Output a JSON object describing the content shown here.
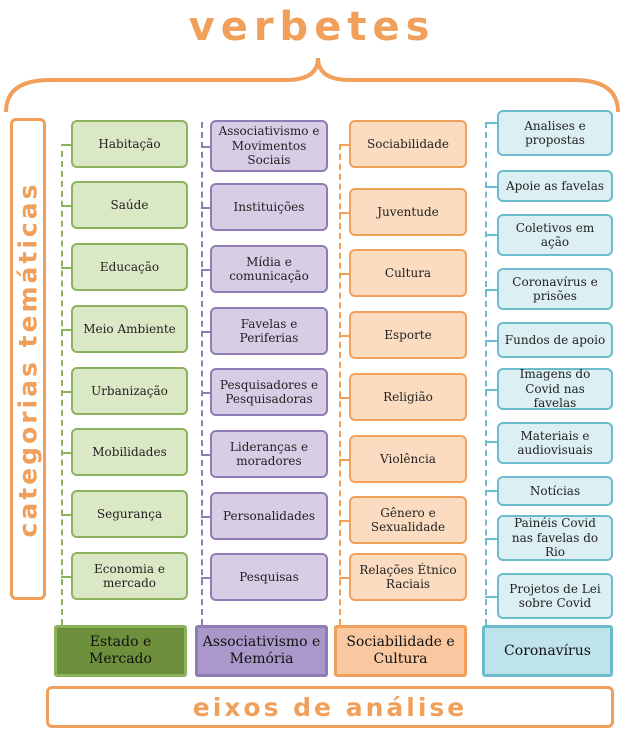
{
  "header": {
    "title": "verbetes"
  },
  "side_label": "categorias temáticas",
  "footer_label": "eixos de análise",
  "columns": [
    {
      "axis": "Estado e Mercado",
      "items": [
        "Habitação",
        "Saúde",
        "Educação",
        "Meio Ambiente",
        "Urbanização",
        "Mobilidades",
        "Segurança",
        "Economia e mercado"
      ]
    },
    {
      "axis": "Associativismo e Memória",
      "items": [
        "Associativismo e Movimentos Sociais",
        "Instituições",
        "Mídia e comunicação",
        "Favelas e Periferias",
        "Pesquisadores e Pesquisadoras",
        "Lideranças e moradores",
        "Personalidades",
        "Pesquisas"
      ]
    },
    {
      "axis": "Sociabilidade e Cultura",
      "items": [
        "Sociabilidade",
        "Juventude",
        "Cultura",
        "Esporte",
        "Religião",
        "Violência",
        "Gênero e Sexualidade",
        "Relações Étnico Raciais"
      ]
    },
    {
      "axis": "Coronavírus",
      "items": [
        "Analises e propostas",
        "Apoie as favelas",
        "Coletivos em ação",
        "Coronavírus e prisões",
        "Fundos de apoio",
        "Imagens do Covid nas favelas",
        "Materiais e audiovisuais",
        "Notícias",
        "Painéis Covid nas favelas do Rio",
        "Projetos de Lei sobre Covid"
      ]
    }
  ],
  "colors": {
    "orange": "#f0a05a",
    "green_axis": "#6e8f3c",
    "purple_axis": "#a998c9",
    "orange_axis": "#f9c8a0",
    "blue_axis": "#bfe3ea"
  }
}
